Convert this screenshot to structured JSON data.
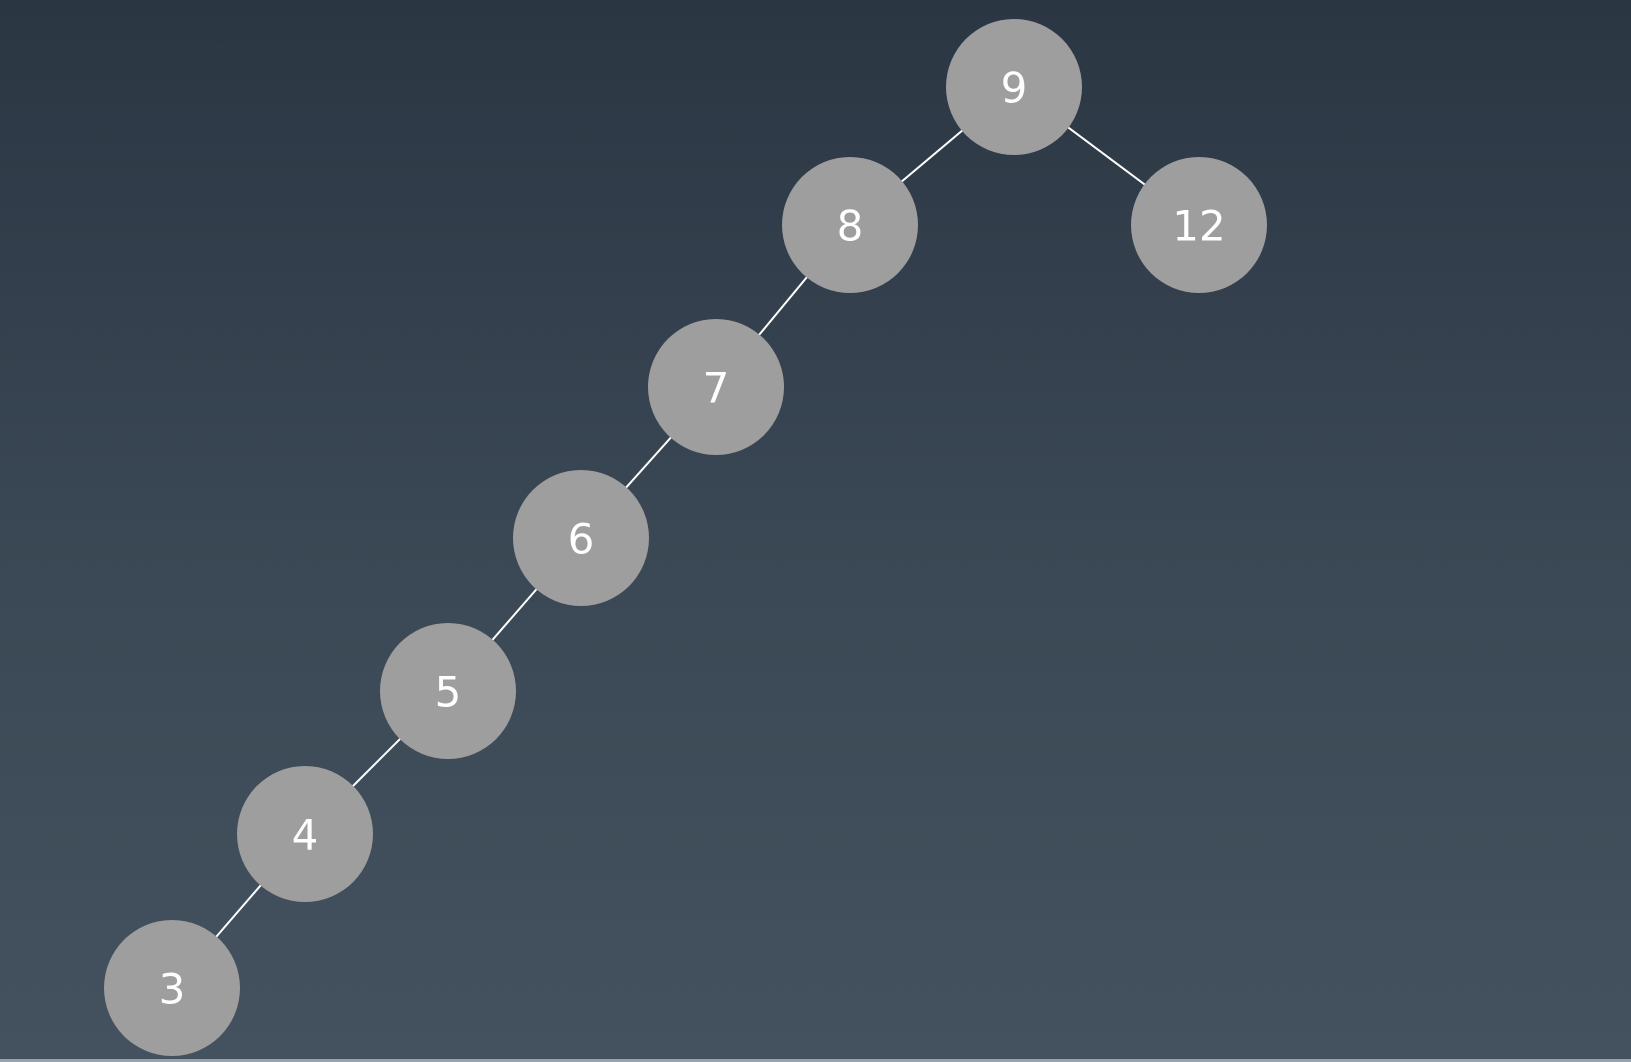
{
  "tree": {
    "nodes": [
      {
        "id": "n9",
        "label": "9"
      },
      {
        "id": "n8",
        "label": "8"
      },
      {
        "id": "n12",
        "label": "12"
      },
      {
        "id": "n7",
        "label": "7"
      },
      {
        "id": "n6",
        "label": "6"
      },
      {
        "id": "n5",
        "label": "5"
      },
      {
        "id": "n4",
        "label": "4"
      },
      {
        "id": "n3",
        "label": "3"
      }
    ],
    "edges": [
      {
        "from": "n9",
        "to": "n8"
      },
      {
        "from": "n9",
        "to": "n12"
      },
      {
        "from": "n8",
        "to": "n7"
      },
      {
        "from": "n7",
        "to": "n6"
      },
      {
        "from": "n6",
        "to": "n5"
      },
      {
        "from": "n5",
        "to": "n4"
      },
      {
        "from": "n4",
        "to": "n3"
      }
    ]
  },
  "colors": {
    "node_fill": "#9e9e9e",
    "node_text": "#ffffff",
    "edge": "#ffffff",
    "background_top": "#2b3643",
    "background_bottom": "#44525f"
  }
}
